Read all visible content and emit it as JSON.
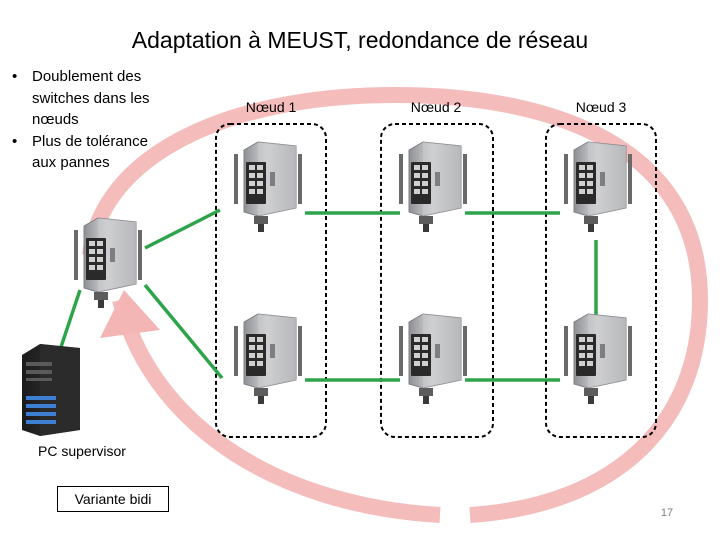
{
  "slide": {
    "title": "Adaptation à MEUST, redondance de réseau",
    "bullets": [
      {
        "text": "Doublement des switches dans les nœuds"
      },
      {
        "text": "Plus de tolérance aux pannes"
      }
    ],
    "nodes": [
      {
        "label": "Nœud 1"
      },
      {
        "label": "Nœud 2"
      },
      {
        "label": "Nœud 3"
      }
    ],
    "pc_label": "PC supervisor",
    "variant_label": "Variante bidi",
    "page_number": "17"
  },
  "colors": {
    "link_green": "#2ea44a",
    "ring_pink": "#f4b5b5",
    "switch_body": "#b9babd",
    "node_border": "#000000"
  },
  "icons": [
    "switch-icon",
    "pc-tower-icon",
    "circular-arrow-icon"
  ]
}
